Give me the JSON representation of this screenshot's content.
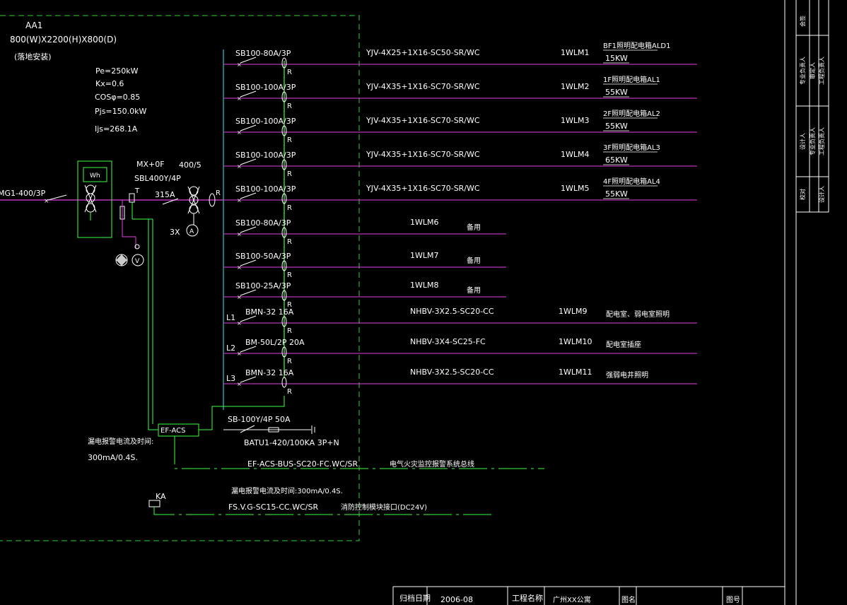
{
  "panel": {
    "id": "AA1",
    "dimensions": "800(W)X2200(H)X800(D)",
    "mounting": "(落地安装)",
    "params": [
      "Pe=250kW",
      "Kx=0.6",
      "COSφ=0.85",
      "Pjs=150.0kW",
      "Ijs=268.1A"
    ]
  },
  "incoming": {
    "breaker": "MG1-400/3P",
    "meter": "Wh",
    "switch": "MX+0F",
    "spd": "SBL400Y/4P",
    "ct_ratio": "400/5",
    "fuse": "315A",
    "ammeter_label": "3X",
    "ammeter": "A",
    "voltmeter": "V",
    "ct_mark_t": "T",
    "r_mark": "R"
  },
  "branches": [
    {
      "breaker": "SB100-80A/3P",
      "cable": "YJV-4X25+1X16-SC50-SR/WC",
      "id": "1WLM1",
      "dest": "BF1照明配电箱ALD1",
      "power": "15KW",
      "r": "R",
      "phase": ""
    },
    {
      "breaker": "SB100-100A/3P",
      "cable": "YJV-4X35+1X16-SC70-SR/WC",
      "id": "1WLM2",
      "dest": "1F照明配电箱AL1",
      "power": "55KW",
      "r": "R",
      "phase": ""
    },
    {
      "breaker": "SB100-100A/3P",
      "cable": "YJV-4X35+1X16-SC70-SR/WC",
      "id": "1WLM3",
      "dest": "2F照明配电箱AL2",
      "power": "55KW",
      "r": "R",
      "phase": ""
    },
    {
      "breaker": "SB100-100A/3P",
      "cable": "YJV-4X35+1X16-SC70-SR/WC",
      "id": "1WLM4",
      "dest": "3F照明配电箱AL3",
      "power": "65KW",
      "r": "R",
      "phase": ""
    },
    {
      "breaker": "SB100-100A/3P",
      "cable": "YJV-4X35+1X16-SC70-SR/WC",
      "id": "1WLM5",
      "dest": "4F照明配电箱AL4",
      "power": "55KW",
      "r": "R",
      "phase": ""
    },
    {
      "breaker": "SB100-80A/3P",
      "cable": "",
      "id": "1WLM6",
      "dest": "备用",
      "power": "",
      "r": "R",
      "phase": ""
    },
    {
      "breaker": "SB100-50A/3P",
      "cable": "",
      "id": "1WLM7",
      "dest": "备用",
      "power": "",
      "r": "R",
      "phase": ""
    },
    {
      "breaker": "SB100-25A/3P",
      "cable": "",
      "id": "1WLM8",
      "dest": "备用",
      "power": "",
      "r": "R",
      "phase": ""
    },
    {
      "breaker": "BMN-32 16A",
      "cable": "NHBV-3X2.5-SC20-CC",
      "id": "1WLM9",
      "dest": "配电室、弱电室照明",
      "power": "",
      "r": "R",
      "phase": "L1"
    },
    {
      "breaker": "BM-50L/2P 20A",
      "cable": "NHBV-3X4-SC25-FC",
      "id": "1WLM10",
      "dest": "配电室插座",
      "power": "",
      "r": "R",
      "phase": "L2"
    },
    {
      "breaker": "BMN-32 16A",
      "cable": "NHBV-3X2.5-SC20-CC",
      "id": "1WLM11",
      "dest": "强弱电井照明",
      "power": "",
      "r": "R",
      "phase": "L3"
    }
  ],
  "spd": {
    "breaker": "SB-100Y/4P 50A",
    "model": "BATU1-420/100KA 3P+N"
  },
  "monitor": {
    "box": "EF-ACS",
    "note_title": "漏电报警电流及时间:",
    "note_value": "300mA/0.4S.",
    "bus": "EF-ACS-BUS-SC20-FC.WC/SR",
    "bus_desc": "电气火灾监控报警系统总线"
  },
  "fire_link": {
    "relay": "KA",
    "note": "漏电报警电流及时间:300mA/0.4S.",
    "cable": "FS.V.G-SC15-CC.WC/SR",
    "desc": "消防控制模块接口(DC24V)"
  },
  "title_block": {
    "archive_label": "归档日期",
    "archive_date": "2006-08",
    "project_label": "工程名称",
    "project_name": "广州XX公寓",
    "drawing_label": "图名",
    "drawing_no_label": "图号",
    "side_cells": [
      "会签",
      "专业负责人",
      "审定人",
      "工程负责人",
      "设计人",
      "校对"
    ]
  },
  "colors": {
    "magenta": "#e23fe2",
    "green": "#3dff3d",
    "cyan": "#22c8d8",
    "white": "#ffffff",
    "dash_green": "#2ed02e"
  }
}
